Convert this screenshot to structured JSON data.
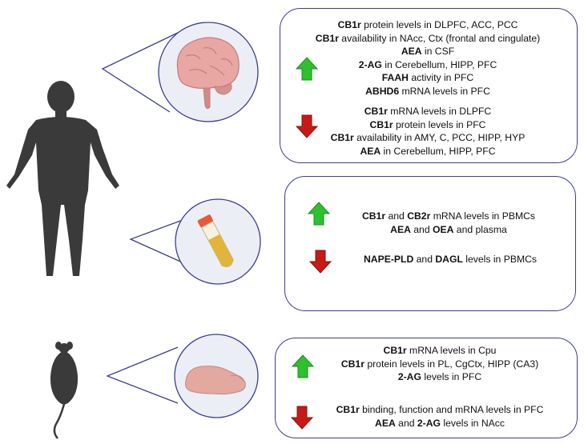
{
  "panels": [
    {
      "id": "brain",
      "up": [
        {
          "bold": "CB1r",
          "text": " protein levels in DLPFC, ACC, PCC"
        },
        {
          "bold": "CB1r",
          "text": " availability in NAcc, Ctx (frontal and cingulate)"
        },
        {
          "bold": "AEA",
          "text": " in CSF"
        },
        {
          "bold": "2-AG",
          "text": " in Cerebellum, HIPP, PFC"
        },
        {
          "bold": "FAAH",
          "text": " activity in PFC"
        },
        {
          "bold": "ABHD6",
          "text": " mRNA levels in PFC"
        }
      ],
      "down": [
        {
          "bold": "CB1r",
          "text": " mRNA levels in DLPFC"
        },
        {
          "bold": "CB1r",
          "text": " protein levels in PFC"
        },
        {
          "bold": "CB1r",
          "text": " availability in AMY, C, PCC, HIPP, HYP"
        },
        {
          "bold": "AEA",
          "text": " in Cerebellum, HIPP, PFC"
        }
      ]
    },
    {
      "id": "blood",
      "up": [
        {
          "bold": "CB1r",
          "text": " and ",
          "bold2": "CB2r",
          "text2": " mRNA levels in PBMCs"
        },
        {
          "bold": "AEA",
          "text": " and ",
          "bold2": "OEA",
          "text2": " and plasma"
        }
      ],
      "down": [
        {
          "bold": "NAPE-PLD",
          "text": " and ",
          "bold2": "DAGL",
          "text2": " levels in PBMCs"
        }
      ]
    },
    {
      "id": "rodent",
      "up": [
        {
          "bold": "CB1r",
          "text": " mRNA levels in Cpu"
        },
        {
          "bold": "CB1r",
          "text": " protein levels in PL, CgCtx, HIPP (CA3)"
        },
        {
          "bold": "2-AG",
          "text": " levels in PFC"
        }
      ],
      "down": [
        {
          "bold": "CB1r",
          "text": " binding, function and mRNA levels in PFC"
        },
        {
          "bold": "AEA",
          "text": " and ",
          "bold2": "2-AG",
          "text2": " levels in NAcc"
        }
      ]
    }
  ],
  "icons": {
    "human": "human-silhouette-icon",
    "rat": "rat-silhouette-icon",
    "brain": "brain-icon",
    "tube": "blood-tube-icon",
    "rodent_brain": "rodent-brain-icon",
    "up": "up-arrow-icon",
    "down": "down-arrow-icon"
  },
  "colors": {
    "border": "#3d3d8f",
    "up_arrow": "#2fbf2f",
    "down_arrow": "#c81919",
    "silhouette": "#3a3a3a",
    "circle_fill": "#eceef6",
    "brain_pink": "#e8a7a3"
  }
}
